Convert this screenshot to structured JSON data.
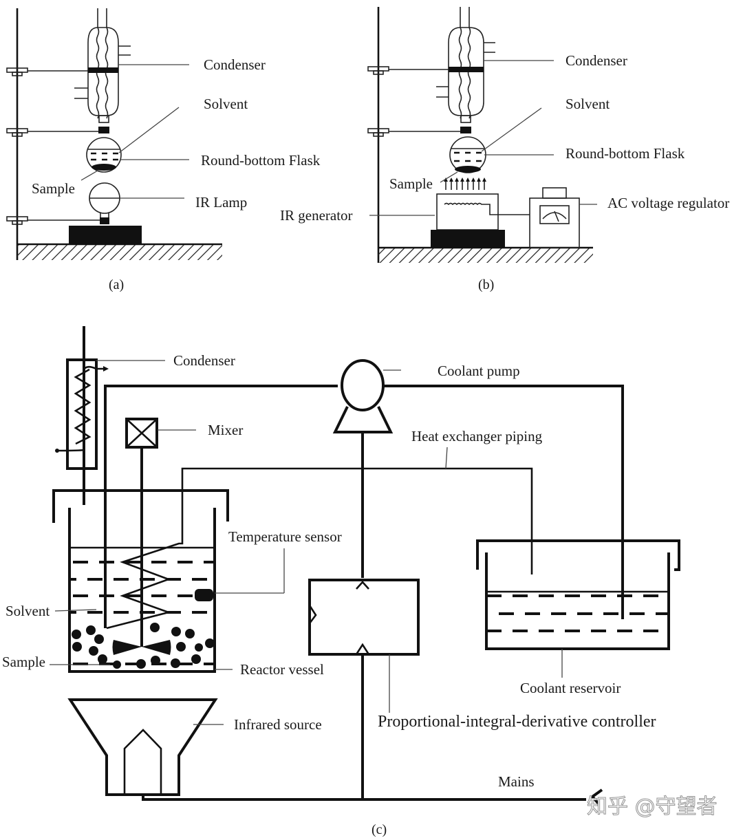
{
  "figure": {
    "panels": [
      {
        "id": "a",
        "caption": "(a)",
        "labels": {
          "condenser": "Condenser",
          "solvent": "Solvent",
          "flask": "Round-bottom Flask",
          "sample": "Sample",
          "ir_lamp": "IR Lamp"
        }
      },
      {
        "id": "b",
        "caption": "(b)",
        "labels": {
          "condenser": "Condenser",
          "solvent": "Solvent",
          "flask": "Round-bottom Flask",
          "sample": "Sample",
          "ir_generator": "IR generator",
          "ac_regulator": "AC voltage regulator"
        }
      },
      {
        "id": "c",
        "caption": "(c)",
        "labels": {
          "condenser": "Condenser",
          "coolant_pump": "Coolant pump",
          "mixer": "Mixer",
          "heat_exchanger": "Heat exchanger piping",
          "temperature_sensor": "Temperature sensor",
          "solvent": "Solvent",
          "sample": "Sample",
          "reactor_vessel": "Reactor vessel",
          "coolant_reservoir": "Coolant reservoir",
          "infrared_source": "Infrared source",
          "pid_controller": "Proportional-integral-derivative controller",
          "mains": "Mains"
        }
      }
    ],
    "watermark": "知乎 @守望者"
  }
}
